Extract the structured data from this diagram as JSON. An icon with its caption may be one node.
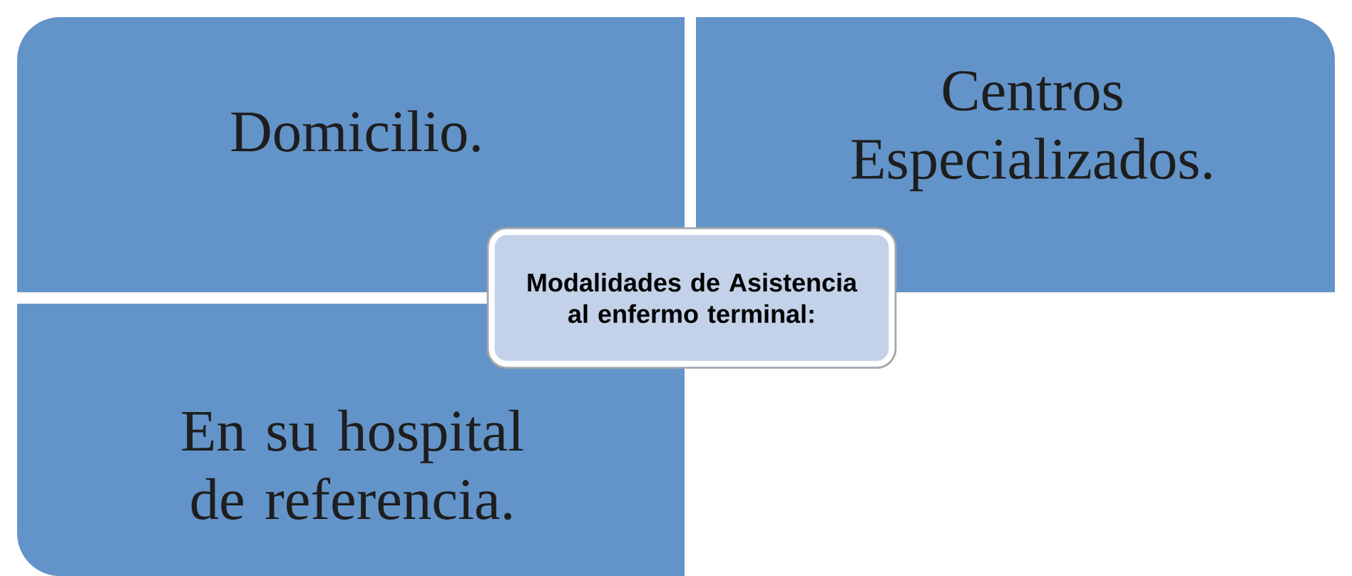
{
  "diagram": {
    "nodes": [
      {
        "text": [
          "Domicilio."
        ]
      },
      {
        "text": [
          "Centros Especializados."
        ]
      },
      {
        "text": [
          "En su hospital de referencia."
        ]
      },
      {
        "text": [
          "Modalidades de Asistencia al enfermo terminal:"
        ]
      }
    ]
  }
}
